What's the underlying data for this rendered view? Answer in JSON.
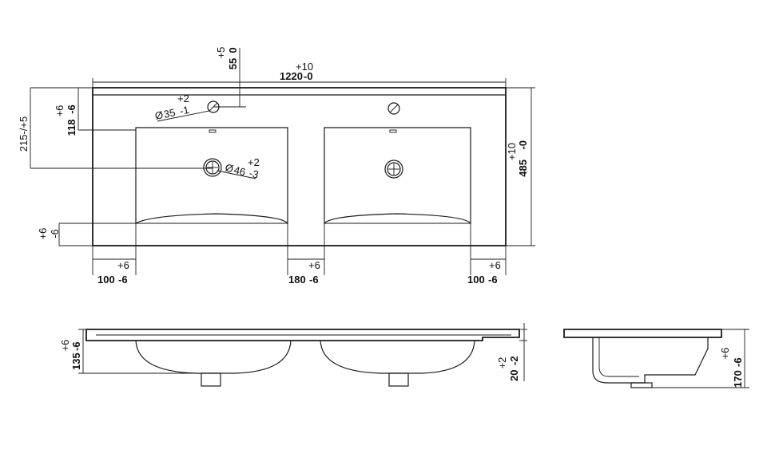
{
  "top_view": {
    "overall_width": {
      "value": "1220",
      "tol_upper": "+10",
      "tol_lower": "-0"
    },
    "overall_depth": {
      "value": "485",
      "tol_upper": "+10",
      "tol_lower": "-0"
    },
    "tap_hole_offset_top": {
      "value": "55",
      "tol_upper": "+5",
      "tol_lower": "0"
    },
    "bowl_depth_offset": {
      "value": "215",
      "tol": "-/+5"
    },
    "bowl_top_offset": {
      "value": "118",
      "tol_upper": "+6",
      "tol_lower": "-6"
    },
    "bowl_bottom_offset": {
      "tol_upper": "+6",
      "tol_lower": "-6"
    },
    "tap_hole_diameter": {
      "symbol": "Ø",
      "value": "35",
      "tol_upper": "+2",
      "tol_lower": "-1"
    },
    "drain_diameter": {
      "symbol": "Ø",
      "value": "46",
      "tol_upper": "+2",
      "tol_lower": "-3"
    },
    "edge_left": {
      "value": "100",
      "tol_upper": "+6",
      "tol_lower": "-6"
    },
    "gap_middle": {
      "value": "180",
      "tol_upper": "+6",
      "tol_lower": "-6"
    },
    "edge_right": {
      "value": "100",
      "tol_upper": "+6",
      "tol_lower": "-6"
    }
  },
  "front_view": {
    "height": {
      "value": "135",
      "tol_upper": "+6",
      "tol_lower": "-6"
    },
    "slab": {
      "value": "20",
      "tol_upper": "+2",
      "tol_lower": "-2"
    }
  },
  "side_view": {
    "height": {
      "value": "170",
      "tol_upper": "+6",
      "tol_lower": "-6"
    }
  }
}
